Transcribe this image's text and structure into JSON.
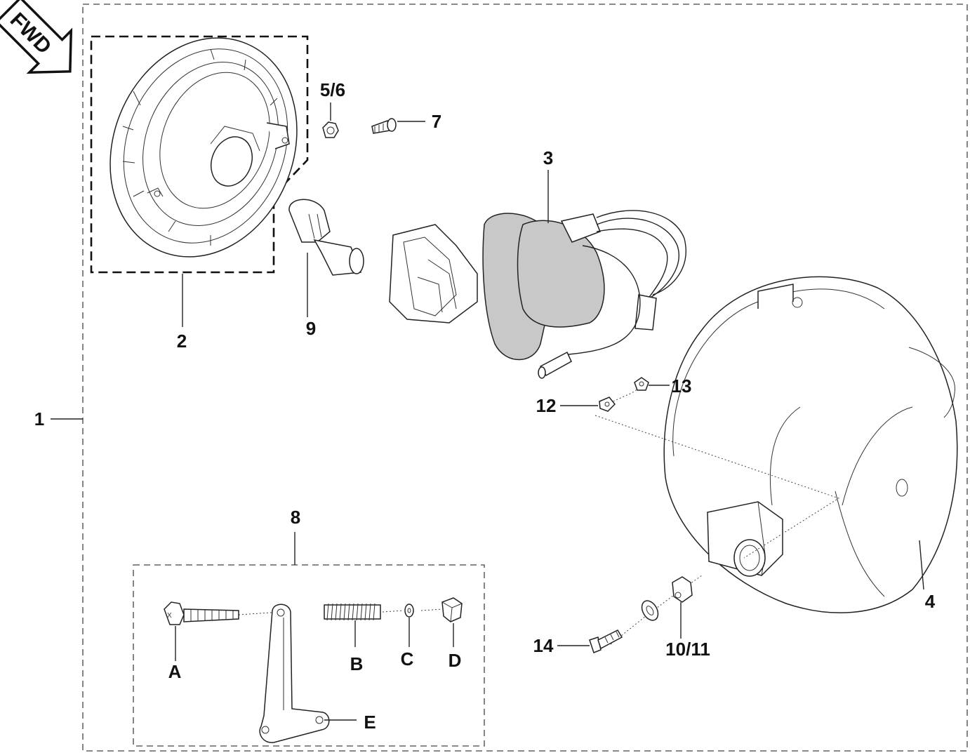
{
  "orientation": {
    "label": "FWD"
  },
  "callouts": [
    {
      "id": "c1",
      "text": "1"
    },
    {
      "id": "c2",
      "text": "2"
    },
    {
      "id": "c3",
      "text": "3"
    },
    {
      "id": "c4",
      "text": "4"
    },
    {
      "id": "c56",
      "text": "5/6"
    },
    {
      "id": "c7",
      "text": "7"
    },
    {
      "id": "c8",
      "text": "8"
    },
    {
      "id": "c9",
      "text": "9"
    },
    {
      "id": "c1011",
      "text": "10/11"
    },
    {
      "id": "c12",
      "text": "12"
    },
    {
      "id": "c13",
      "text": "13"
    },
    {
      "id": "c14",
      "text": "14"
    }
  ],
  "kit_callouts": [
    {
      "id": "cA",
      "text": "A"
    },
    {
      "id": "cB",
      "text": "B"
    },
    {
      "id": "cC",
      "text": "C"
    },
    {
      "id": "cD",
      "text": "D"
    },
    {
      "id": "cE",
      "text": "E"
    }
  ]
}
